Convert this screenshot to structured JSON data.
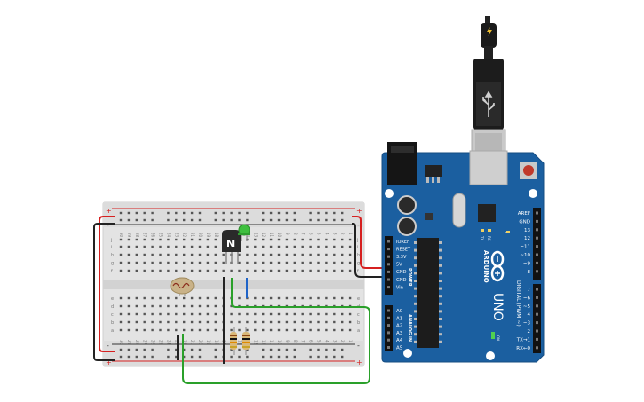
{
  "breadboard": {
    "row_letters_top": [
      "j",
      "i",
      "h",
      "g",
      "f"
    ],
    "row_letters_bottom": [
      "e",
      "d",
      "c",
      "b",
      "a"
    ],
    "col_numbers": [
      "30",
      "29",
      "28",
      "27",
      "26",
      "25",
      "24",
      "23",
      "22",
      "21",
      "20",
      "19",
      "18",
      "17",
      "16",
      "15",
      "14",
      "13",
      "12",
      "11",
      "10",
      "9",
      "8",
      "7",
      "6",
      "5",
      "4",
      "3",
      "2",
      "1"
    ],
    "rail_plus": "+",
    "rail_minus": "-"
  },
  "transistor": {
    "label": "N"
  },
  "arduino": {
    "brand": "ARDUINO",
    "model": "UNO",
    "power_title": "POWER",
    "power_pins": [
      "IOREF",
      "RESET",
      "3.3V",
      "5V",
      "GND",
      "GND",
      "Vin"
    ],
    "analog_title": "ANALOG IN",
    "analog_pins": [
      "A0",
      "A1",
      "A2",
      "A3",
      "A4",
      "A5"
    ],
    "digital_title": "DIGITAL (PWM ~)",
    "digital_pins_top": [
      "AREF",
      "GND",
      "13",
      "12",
      "~11",
      "~10",
      "~9",
      "8"
    ],
    "digital_pins_bottom": [
      "7",
      "~6",
      "~5",
      "4",
      "~3",
      "2",
      "TX→1",
      "RX←0"
    ],
    "led_labels": [
      "TX",
      "RX",
      "L"
    ],
    "on_label": "ON"
  },
  "colors": {
    "board_blue": "#1b5fa0",
    "breadboard": "#e6e6e6",
    "wire_red": "#d62020",
    "wire_black": "#222222",
    "wire_green": "#2aa02a",
    "wire_blue": "#1f64c8",
    "led_green": "#3fbf3f"
  }
}
